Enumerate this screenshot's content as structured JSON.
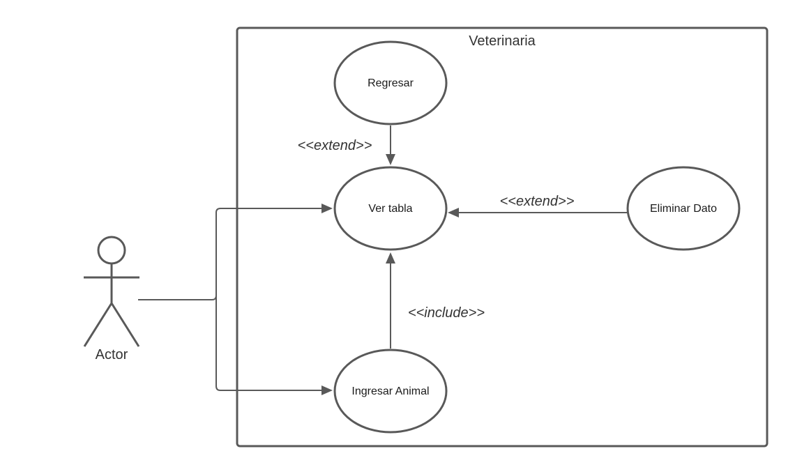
{
  "system": {
    "title": "Veterinaria"
  },
  "actor": {
    "label": "Actor"
  },
  "use_cases": {
    "regresar": "Regresar",
    "ver_tabla": "Ver tabla",
    "eliminar_dato": "Eliminar Dato",
    "ingresar_animal": "Ingresar Animal"
  },
  "relations": {
    "regresar_extend": "<<extend>>",
    "eliminar_extend": "<<extend>>",
    "ingresar_include": "<<include>>"
  },
  "colors": {
    "stroke": "#595959",
    "text": "#1a1a1a"
  }
}
